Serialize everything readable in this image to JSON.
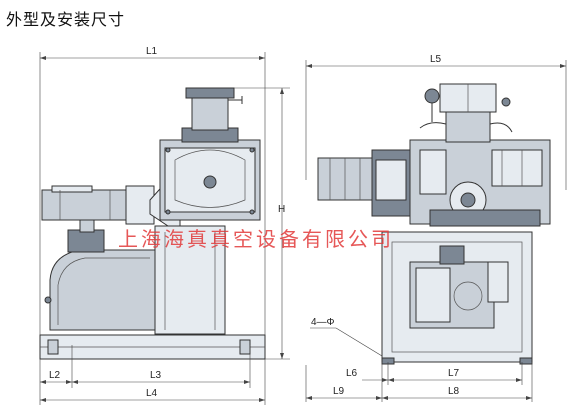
{
  "title": "外型及安装尺寸",
  "watermark": "上海海真真空设备有限公司",
  "dimensions": {
    "L1": "L1",
    "L2": "L2",
    "L3": "L3",
    "L4": "L4",
    "L5": "L5",
    "L6": "L6",
    "L7": "L7",
    "L8": "L8",
    "L9": "L9",
    "H": "H",
    "holes": "4—Φ"
  },
  "colors": {
    "watermark": "#e23a3a",
    "equipment": "#c9d0d8",
    "line": "#333333"
  }
}
